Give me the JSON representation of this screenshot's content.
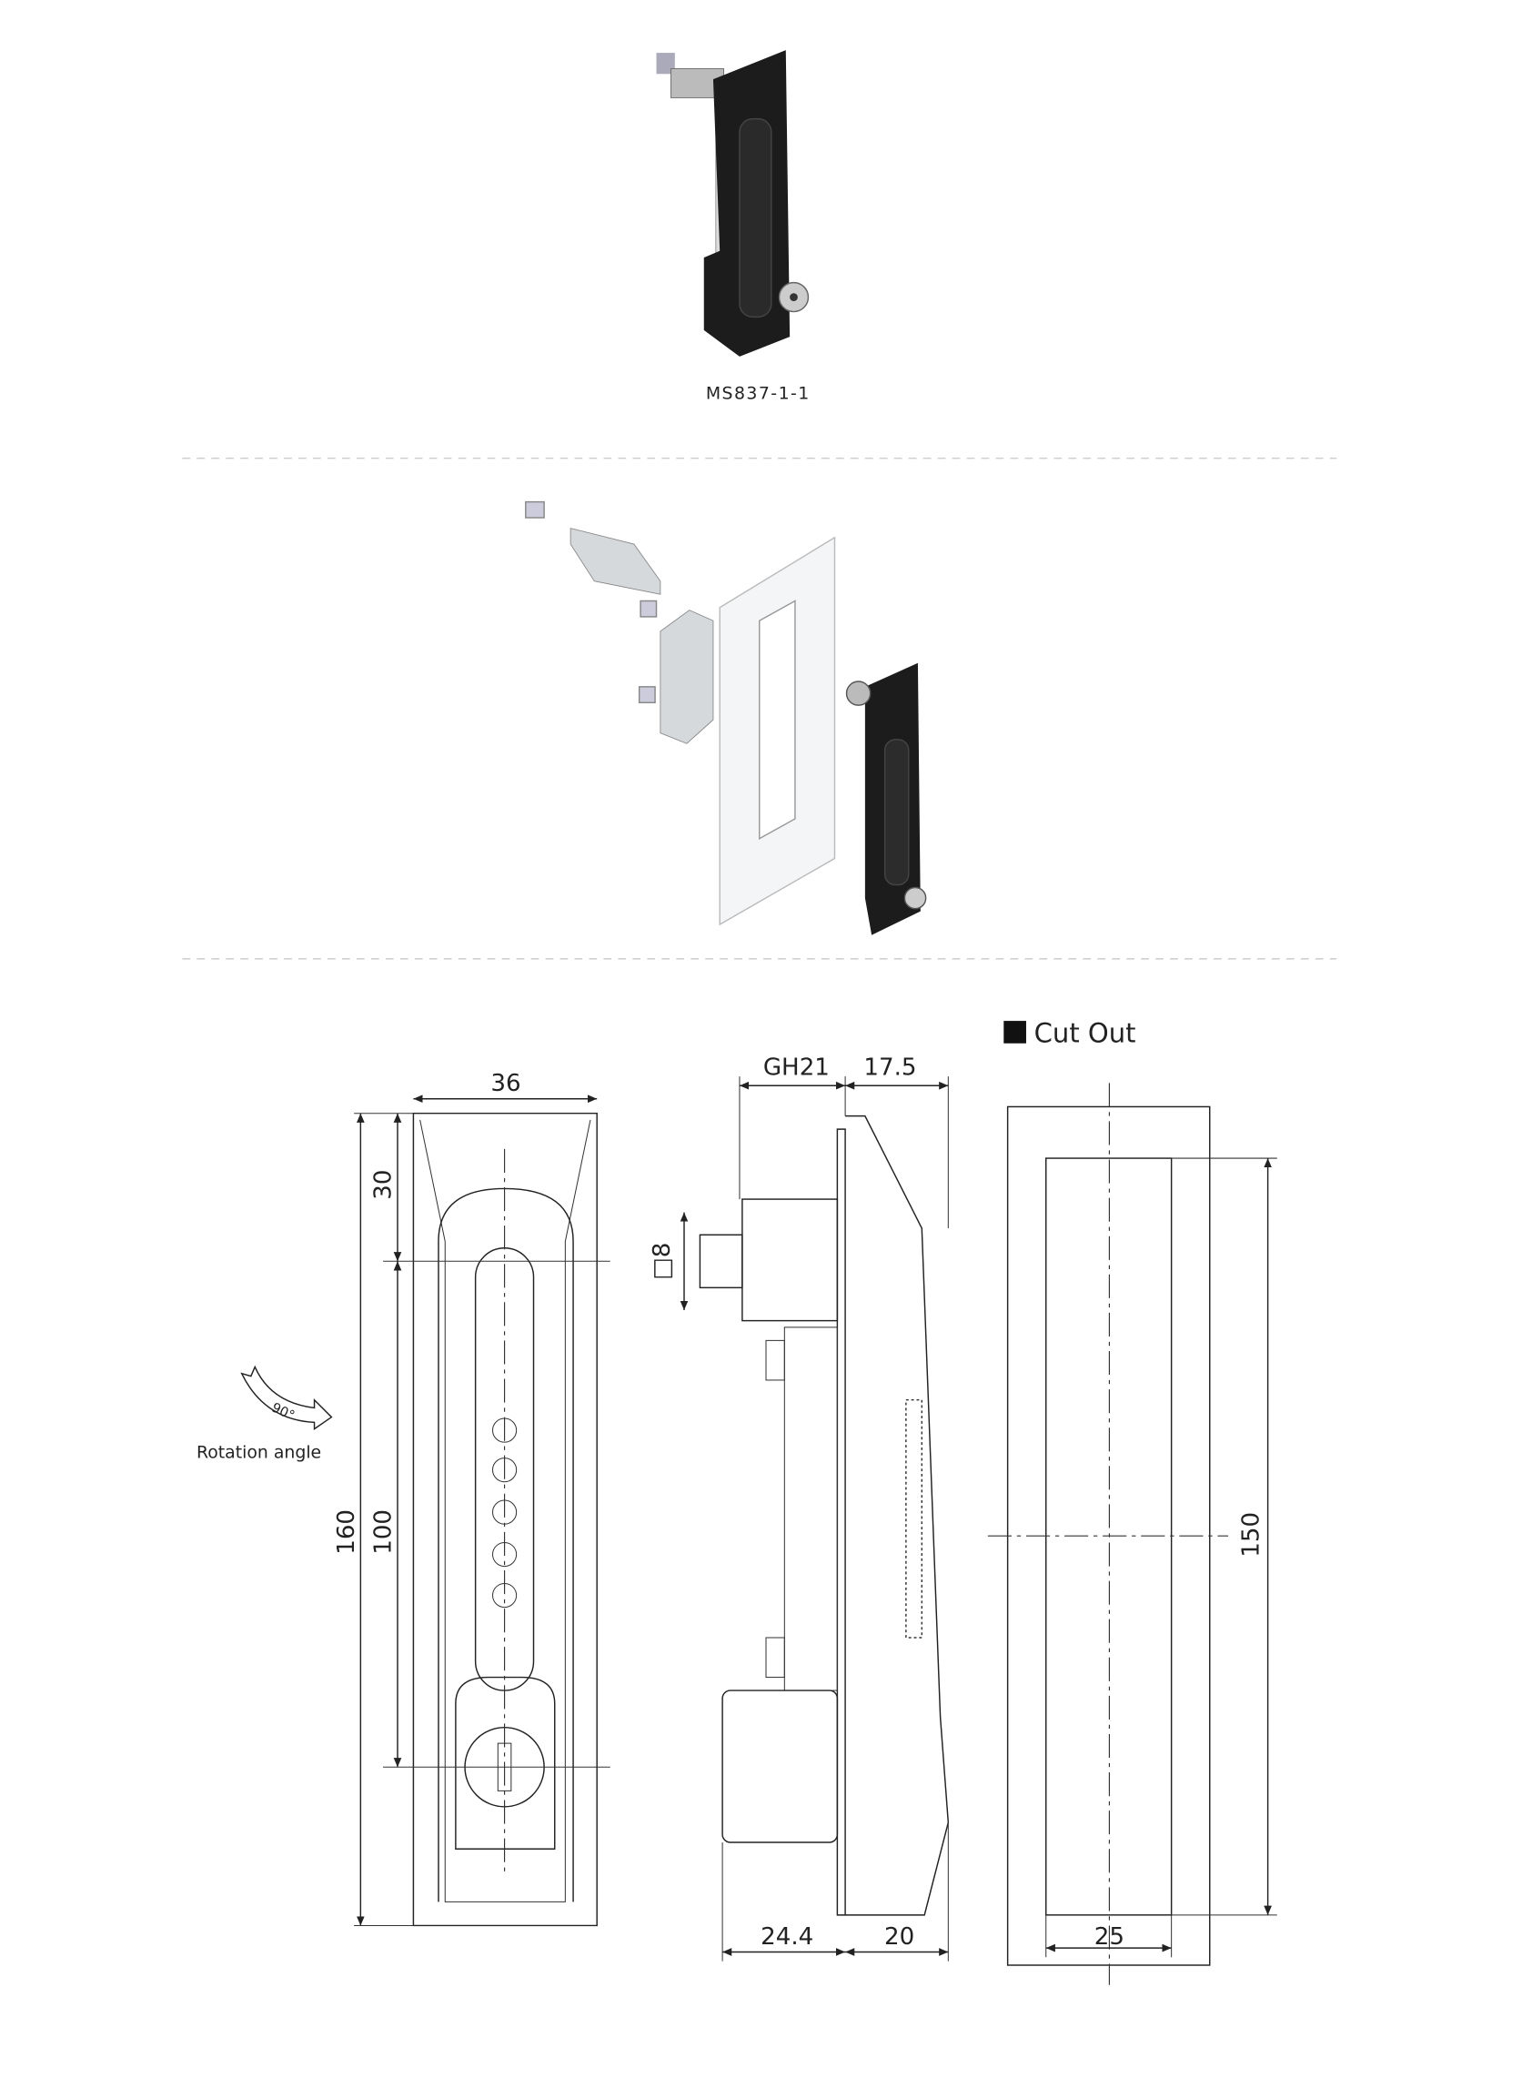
{
  "product": {
    "model": "MS837-1-1"
  },
  "rotation": {
    "angle_label": "90°",
    "caption": "Rotation angle"
  },
  "front_view": {
    "width": "36",
    "top_offset": "30",
    "height": "160",
    "hole_spacing": "100"
  },
  "side_view": {
    "thread": "GH21",
    "depth": "17.5",
    "square_spindle": "□8",
    "body_depth": "24.4",
    "front_depth": "20"
  },
  "cut_out": {
    "title": "Cut Out",
    "height": "150",
    "width": "25"
  },
  "colors": {
    "handle": "#1c1c1c",
    "metal": "#c8ccd0",
    "line": "#222222"
  }
}
